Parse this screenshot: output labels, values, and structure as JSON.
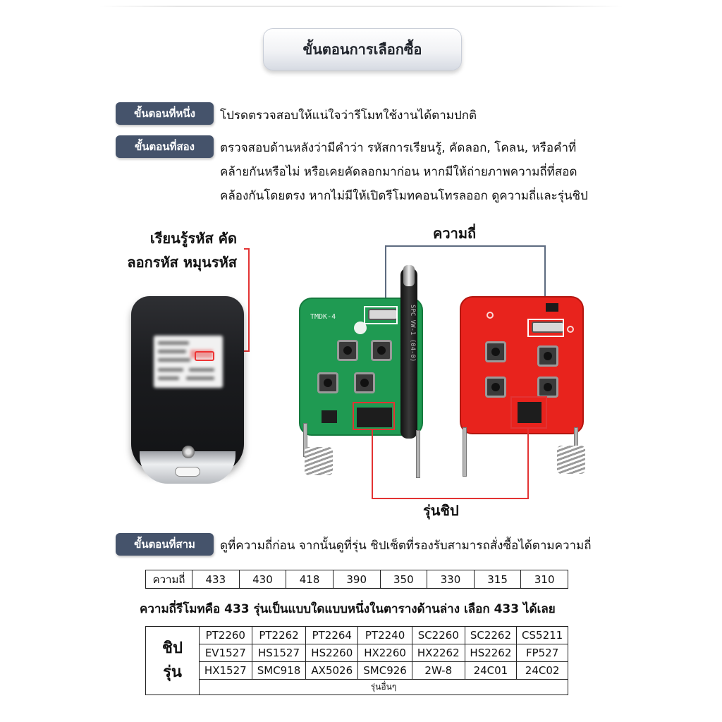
{
  "title": "ขั้นตอนการเลือกซื้อ",
  "steps": [
    {
      "label": "ขั้นตอนที่หนึ่ง",
      "lines": [
        "โปรดตรวจสอบให้แน่ใจว่ารีโมทใช้งานได้ตามปกติ"
      ]
    },
    {
      "label": "ขั้นตอนที่สอง",
      "lines": [
        "ตรวจสอบด้านหลังว่ามีคำว่า รหัสการเรียนรู้, คัดลอก, โคลน, หรือคำที่",
        "คล้ายกันหรือไม่ หรือเคยคัดลอกมาก่อน หากมีให้ถ่ายภาพความถี่ที่สอด",
        "คล้องกันโดยตรง หากไม่มีให้เปิดรีโมทคอนโทรลออก ดูความถี่และรุ่นชิป"
      ]
    },
    {
      "label": "ขั้นตอนที่สาม",
      "lines": [
        "ดูที่ความถี่ก่อน จากนั้นดูที่รุ่น ชิปเซ็ตที่รองรับสามารถสั่งซื้อได้ตามความถี่"
      ]
    }
  ],
  "remote_label": [
    "เรียนรู้รหัส คัด",
    "ลอกรหัส หมุนรหัส"
  ],
  "frequency_label": "ความถี่",
  "chip_label": "รุ่นชิป",
  "pcb_marks": {
    "green_board": "TMDK-4",
    "antenna": "SPC VW-1 (04-0)"
  },
  "frequency_table": {
    "header": "ความถี่",
    "values": [
      "433",
      "430",
      "418",
      "390",
      "350",
      "330",
      "315",
      "310"
    ]
  },
  "note": "ความถี่รีโมทคือ 433 รุ่นเป็นแบบใดแบบหนึ่งในตารางด้านล่าง เลือก 433 ได้เลย",
  "models_table": {
    "row_header": [
      "ชิป",
      "รุ่น"
    ],
    "rows": [
      [
        "PT2260",
        "PT2262",
        "PT2264",
        "PT2240",
        "SC2260",
        "SC2262",
        "CS5211"
      ],
      [
        "EV1527",
        "HS1527",
        "HS2260",
        "HX2260",
        "HX2262",
        "HS2262",
        "FP527"
      ],
      [
        "HX1527",
        "SMC918",
        "AX5026",
        "SMC926",
        "2W-8",
        "24C01",
        "24C02"
      ]
    ],
    "footer": "รุ่นอื่นๆ"
  },
  "colors": {
    "label_bg": "#45536b",
    "pcb_green": "#1f9a52",
    "pcb_red": "#e8231d",
    "highlight_red": "#e33333",
    "line_gray": "#5d6b80"
  }
}
